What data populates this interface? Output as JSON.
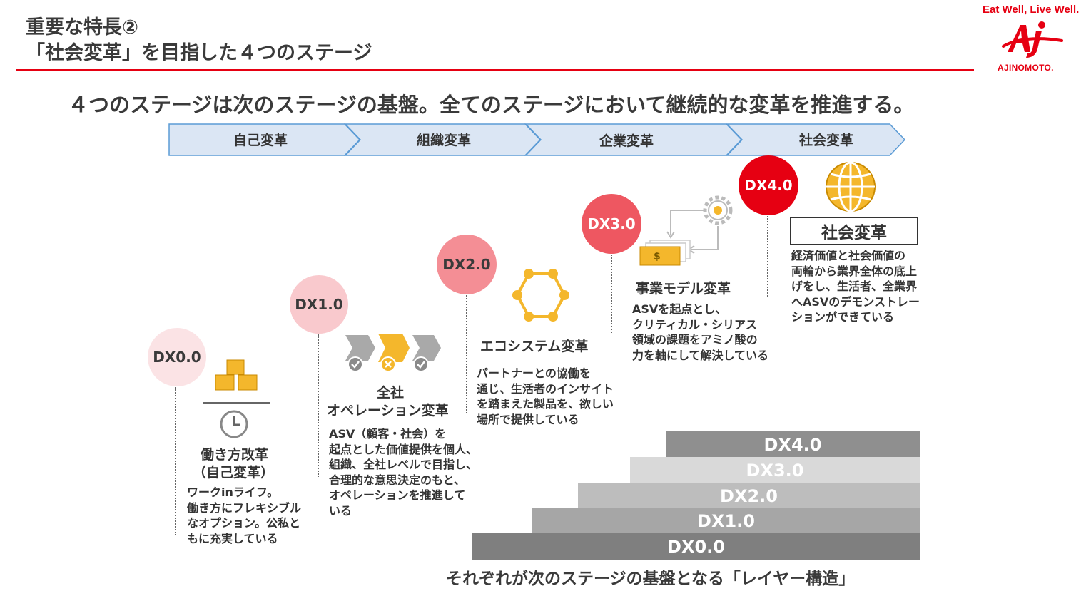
{
  "header": {
    "title_line1": "重要な特長②",
    "title_line2": "「社会変革」を目指した４つのステージ",
    "tagline": "Eat Well, Live Well.",
    "logo_mark": "Aj",
    "brand": "AJINOMOTO."
  },
  "headline": "４つのステージは次のステージの基盤。全てのステージにおいて継続的な変革を推進する。",
  "stages": [
    "自己変革",
    "組織変革",
    "企業変革",
    "社会変革"
  ],
  "dx": {
    "dx0": {
      "circle": "DX0.0",
      "title": "働き方改革",
      "subtitle": "（自己変革）",
      "desc": [
        "ワークinライフ。",
        "働き方にフレキシブル",
        "なオプション。公私と",
        "もに充実している"
      ],
      "icon": "boxes-clock-icon"
    },
    "dx1": {
      "circle": "DX1.0",
      "title_l1": "全社",
      "title_l2": "オペレーション変革",
      "desc": [
        "ASV（顧客・社会）を",
        "起点とした価値提供を個人、",
        "組織、全社レベルで目指し、",
        "合理的な意思決定のもと、",
        "オペレーションを推進して",
        "いる"
      ],
      "icon": "process-flow-icon"
    },
    "dx2": {
      "circle": "DX2.0",
      "title": "エコシステム変革",
      "desc": [
        "パートナーとの協働を",
        "通じ、生活者のインサイト",
        "を踏まえた製品を、欲しい",
        "場所で提供している"
      ],
      "icon": "hexagon-network-icon"
    },
    "dx3": {
      "circle": "DX3.0",
      "title": "事業モデル変革",
      "desc": [
        "ASVを起点とし、",
        "クリティカル・シリアス",
        "領域の課題をアミノ酸の",
        "力を軸にして解決している"
      ],
      "icon": "money-gear-icon",
      "money_symbol": "$"
    },
    "dx4": {
      "circle": "DX4.0",
      "title": "社会変革",
      "desc": [
        "経済価値と社会価値の",
        "両輪から業界全体の底上",
        "げをし、生活者、全業界",
        "へASVのデモンストレー",
        "ションができている"
      ],
      "icon": "globe-icon"
    }
  },
  "layers": [
    "DX4.0",
    "DX3.0",
    "DX2.0",
    "DX1.0",
    "DX0.0"
  ],
  "footer": "それぞれが次のステージの基盤となる「レイヤー構造」",
  "colors": {
    "accent_red": "#e60012",
    "arrow_fill": "#dbe6f4",
    "arrow_stroke": "#5b9bd5",
    "icon_gold": "#f4b72c",
    "dx0_circle": "#fbe3e5",
    "dx1_circle": "#f9c9cd",
    "dx2_circle": "#f48e95",
    "dx3_circle": "#ee5761",
    "dx4_circle": "#e60012"
  }
}
